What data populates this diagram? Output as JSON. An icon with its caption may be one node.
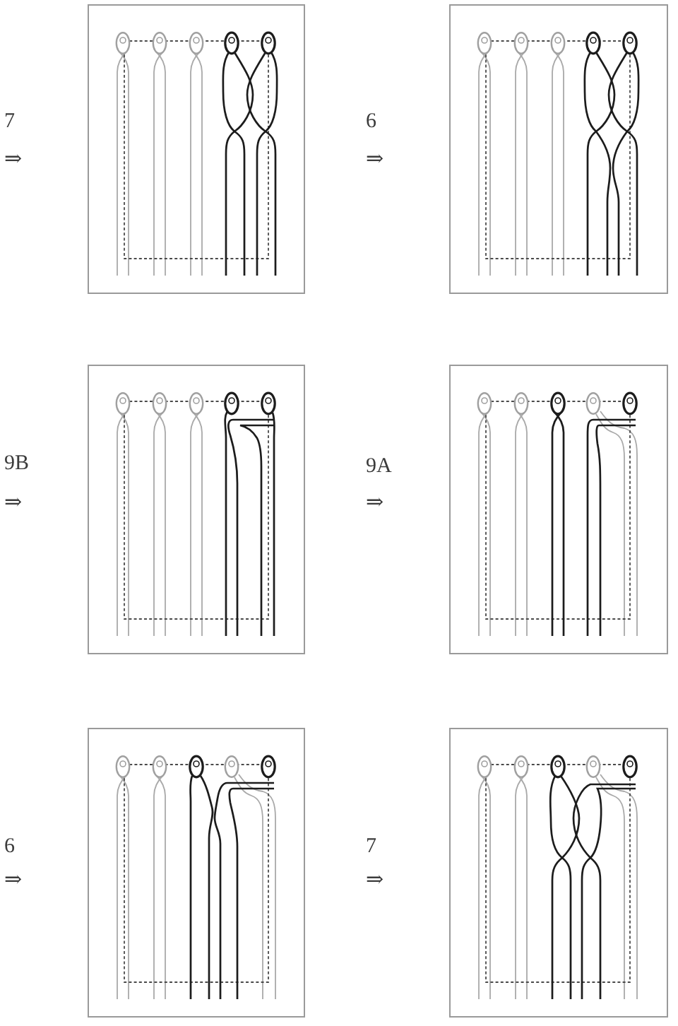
{
  "diagram": {
    "nodes": [
      {
        "text": [],
        "shape": "picture",
        "beside": [
          "7",
          "⇒"
        ]
      },
      {
        "text": [],
        "shape": "picture",
        "beside": [
          "6",
          "⇒"
        ]
      },
      {
        "text": [],
        "shape": "picture",
        "beside": [
          "9B",
          "⇒"
        ]
      },
      {
        "text": [],
        "shape": "picture",
        "beside": [
          "9A",
          "⇒"
        ]
      },
      {
        "text": [],
        "shape": "picture",
        "beside": [
          "6",
          "⇒"
        ]
      },
      {
        "text": [],
        "shape": "picture",
        "beside": [
          "7",
          "⇒"
        ]
      }
    ]
  }
}
